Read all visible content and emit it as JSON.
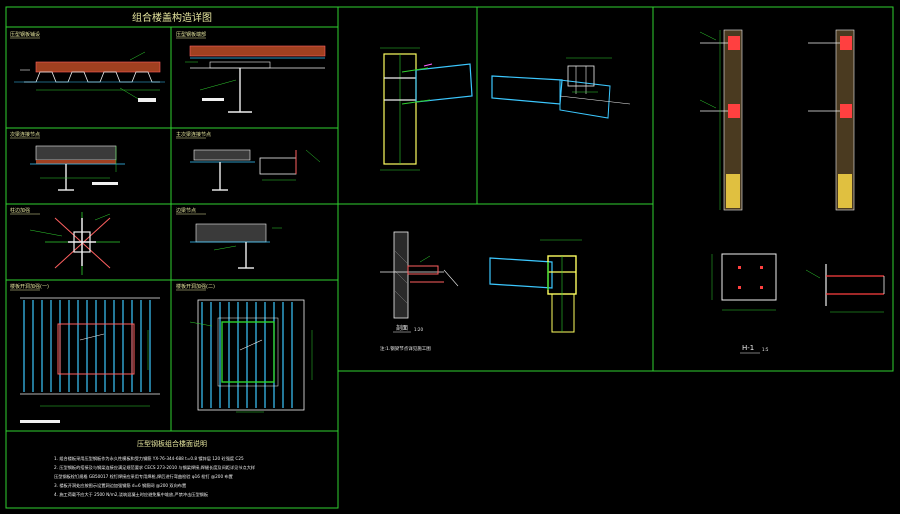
{
  "drawing": {
    "title": "组合楼盖构造详图",
    "notes_title": "压型钢板组合楼面说明",
    "notes": [
      "1. 组合楼板采用压型钢板作为永久性模板和受力钢筋   YX-76-344-688    t=0.8   镀锌层   120   砼强度   C25",
      "2. 压型钢板的搭接及与钢梁连接应满足规范要求     CECS 273-2010    与钢梁焊接,焊缝长度及间距详见节点大样",
      "   压型钢板栓钉规格      GB50017   栓钉焊接应采用专用焊枪,焊后进行弯曲检验       φ16 栓钉 @200 布置",
      "3. 楼板开洞处应按图示设置洞边加强钢筋                 d=6  钢筋网  @200  双向布置",
      "4. 施工荷载不应大于   2500   N/m2,浇筑混凝土时应避免集中堆放,严禁冲击压型钢板"
    ]
  },
  "panels": {
    "left": [
      {
        "label": "压型钢板铺设"
      },
      {
        "label": "压型钢板端部"
      },
      {
        "label": "次梁连接节点"
      },
      {
        "label": "主次梁连接节点"
      },
      {
        "label": "柱边加强"
      },
      {
        "label": "边梁节点"
      },
      {
        "label": "楼板开洞加强(一)"
      },
      {
        "label": "楼板开洞加强(二)"
      }
    ],
    "middle": {
      "section_label": "剖面",
      "section_scale": "1:20",
      "note": "注:1.钢梁节点详见施工图"
    },
    "right": {
      "section_label": "H-1",
      "section_scale": "1:5"
    }
  }
}
